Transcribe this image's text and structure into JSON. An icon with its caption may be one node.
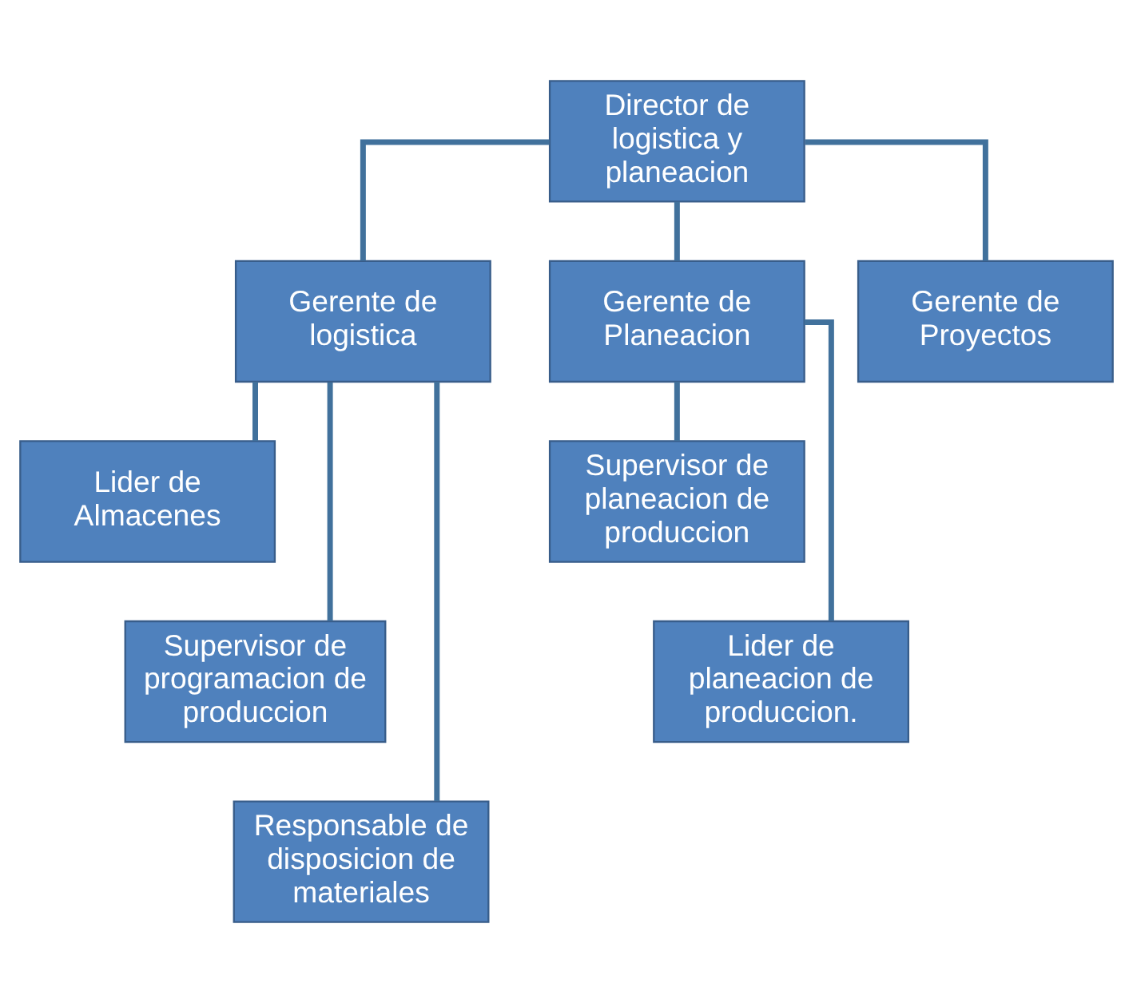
{
  "diagram": {
    "nodes": [
      {
        "text": [
          "Director de logistica y planeacion"
        ]
      },
      {
        "text": [
          "Gerente de logistica"
        ]
      },
      {
        "text": [
          "Gerente de Planeacion"
        ]
      },
      {
        "text": [
          "Gerente de Proyectos"
        ]
      },
      {
        "text": [
          "Lider de Almacenes"
        ]
      },
      {
        "text": [
          "Supervisor de programacion de produccion"
        ]
      },
      {
        "text": [
          "Responsable de disposicion de materiales"
        ]
      },
      {
        "text": [
          "Supervisor de planeacion de produccion"
        ]
      },
      {
        "text": [
          "Lider de planeacion de produccion."
        ]
      }
    ],
    "edges": [
      {
        "from": 0,
        "to": 1,
        "arrow": "none"
      },
      {
        "from": 0,
        "to": 2,
        "arrow": "none"
      },
      {
        "from": 0,
        "to": 3,
        "arrow": "none"
      },
      {
        "from": 1,
        "to": 4,
        "arrow": "none"
      },
      {
        "from": 1,
        "to": 5,
        "arrow": "none"
      },
      {
        "from": 1,
        "to": 6,
        "arrow": "none"
      },
      {
        "from": 2,
        "to": 7,
        "arrow": "none"
      },
      {
        "from": 2,
        "to": 8,
        "arrow": "none"
      }
    ]
  }
}
